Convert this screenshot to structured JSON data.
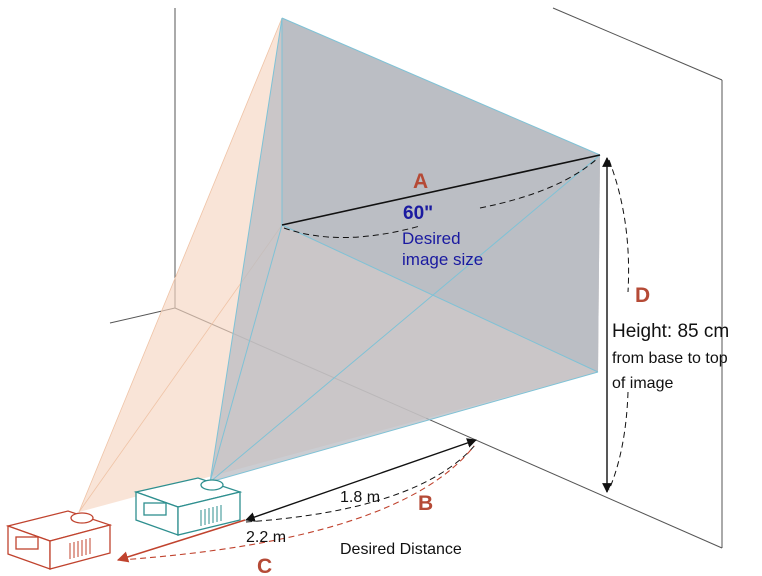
{
  "labels": {
    "A": "A",
    "B": "B",
    "C": "C",
    "D": "D",
    "diagonal_value": "60\"",
    "diagonal_caption_line1": "Desired",
    "diagonal_caption_line2": "image size",
    "distance_near": "1.8 m",
    "distance_far": "2.2 m",
    "distance_caption": "Desired Distance",
    "height_value": "Height: 85 cm",
    "height_caption_line1": "from base to top",
    "height_caption_line2": "of image"
  },
  "colors": {
    "letter_red": "#b54a36",
    "blue_text": "#1a1aa0",
    "near_projector": "#2e8f8f",
    "far_projector": "#c0432e",
    "image_fill": "#b9bcc3",
    "far_beam": "#f6d6c2"
  }
}
